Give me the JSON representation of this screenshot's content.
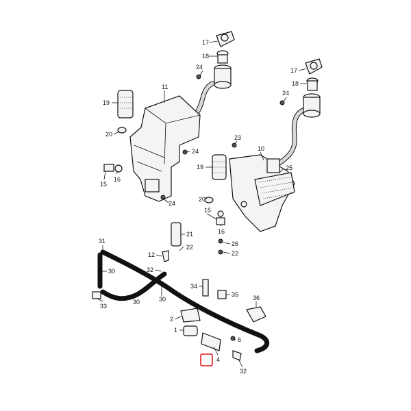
{
  "diagram": {
    "highlight_color": "#e01a1a",
    "callouts": [
      {
        "id": "c17a",
        "text": "17"
      },
      {
        "id": "c18a",
        "text": "18"
      },
      {
        "id": "c24a",
        "text": "24"
      },
      {
        "id": "c11",
        "text": "11"
      },
      {
        "id": "c19a",
        "text": "19"
      },
      {
        "id": "c20a",
        "text": "20"
      },
      {
        "id": "c24b",
        "text": "24"
      },
      {
        "id": "c15a",
        "text": "15"
      },
      {
        "id": "c16a",
        "text": "16"
      },
      {
        "id": "c24c",
        "text": "24"
      },
      {
        "id": "c17b",
        "text": "17"
      },
      {
        "id": "c18b",
        "text": "18"
      },
      {
        "id": "c24d",
        "text": "24"
      },
      {
        "id": "c23",
        "text": "23"
      },
      {
        "id": "c10",
        "text": "10"
      },
      {
        "id": "c25",
        "text": "25"
      },
      {
        "id": "c19b",
        "text": "19"
      },
      {
        "id": "c20b",
        "text": "20"
      },
      {
        "id": "c15b",
        "text": "15"
      },
      {
        "id": "c16b",
        "text": "16"
      },
      {
        "id": "c21",
        "text": "21"
      },
      {
        "id": "c22a",
        "text": "22"
      },
      {
        "id": "c12",
        "text": "12"
      },
      {
        "id": "c26",
        "text": "26"
      },
      {
        "id": "c22b",
        "text": "22"
      },
      {
        "id": "c31",
        "text": "31"
      },
      {
        "id": "c30a",
        "text": "30"
      },
      {
        "id": "c32a",
        "text": "32"
      },
      {
        "id": "c33",
        "text": "33"
      },
      {
        "id": "c30b",
        "text": "30"
      },
      {
        "id": "c30c",
        "text": "30"
      },
      {
        "id": "c34",
        "text": "34"
      },
      {
        "id": "c35",
        "text": "35"
      },
      {
        "id": "c36",
        "text": "36"
      },
      {
        "id": "c2",
        "text": "2"
      },
      {
        "id": "c1",
        "text": "1"
      },
      {
        "id": "c6",
        "text": "6"
      },
      {
        "id": "c4",
        "text": "4"
      },
      {
        "id": "c32b",
        "text": "32"
      }
    ]
  }
}
